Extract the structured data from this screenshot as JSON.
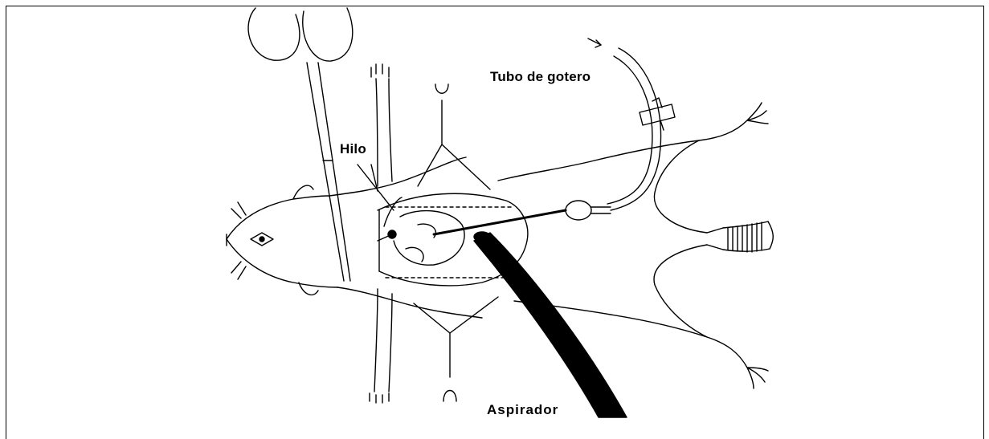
{
  "labels": {
    "tubo": "Tubo de gotero",
    "hilo": "Hilo",
    "aspirador": "Aspirador"
  },
  "colors": {
    "ink": "#000000",
    "background": "#ffffff"
  }
}
